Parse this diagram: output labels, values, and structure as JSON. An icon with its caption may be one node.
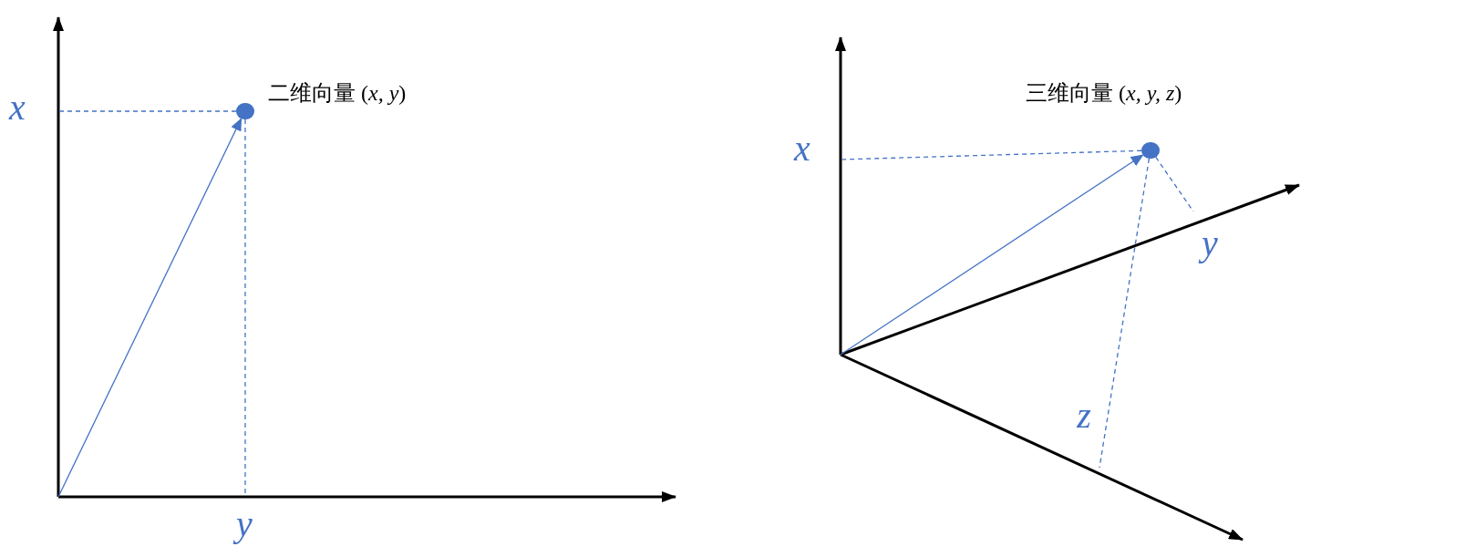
{
  "diagram": {
    "nodes": [
      {
        "text": [],
        "shape": "circle",
        "beside": [
          "二维向量 (*x, y*)"
        ]
      },
      {
        "text": [],
        "shape": "circle",
        "beside": [
          "三维向量 (*x, y, z*)"
        ]
      }
    ],
    "edges": [
      {
        "from": null,
        "to": 0,
        "arrow": "to"
      },
      {
        "from": 0,
        "to": null,
        "arrow": "none",
        "style": "dashed"
      },
      {
        "from": 0,
        "to": null,
        "arrow": "none",
        "style": "dashed"
      },
      {
        "from": null,
        "to": 1,
        "arrow": "to"
      },
      {
        "from": 1,
        "to": null,
        "arrow": "none",
        "style": "dashed"
      },
      {
        "from": 1,
        "to": null,
        "arrow": "none",
        "style": "dashed"
      },
      {
        "from": 1,
        "to": null,
        "arrow": "none",
        "style": "dashed"
      }
    ],
    "labels": [
      "x",
      "y",
      "x",
      "y",
      "z"
    ]
  }
}
